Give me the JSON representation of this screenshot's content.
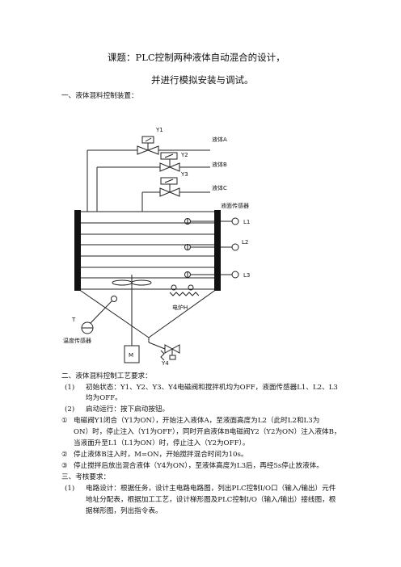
{
  "title_line1": "课题：PLC控制两种液体自动混合的设计，",
  "title_line2": "并进行模拟安装与调试。",
  "section1_heading": "一、液体混料控制装置：",
  "diagram": {
    "valve_y1": "Y1",
    "valve_y2": "Y2",
    "valve_y3": "Y3",
    "valve_y4": "Y4",
    "liquid_a": "液体A",
    "liquid_b": "液体B",
    "liquid_c": "液体C",
    "level_sensor": "液面传感器",
    "level_l1": "L1",
    "level_l2": "L2",
    "level_l3": "L3",
    "heater": "电炉H",
    "temp_t": "T",
    "temp_sensor": "温度传感器",
    "motor": "M"
  },
  "section2_heading": "二、液体混料控制工艺要求：",
  "req1_num": "(1)",
  "req1_line1": "初始状态：Y1、Y2、Y3、Y4电磁阀和搅拌机均为OFF，液面传感器L1、L2、L3",
  "req1_line2": "均为OFF。",
  "req2_num": "(2)",
  "req2_text": "启动运行：按下启动按钮。",
  "step1_mark": "①",
  "step1_line1": "电磁阀Y1闭合（Y1为ON），开始注入液体A，至液面高度为L2（此时L2和L3为",
  "step1_line2": "ON）时，停止注入（Y1为OFF），同时开启液体B电磁阀Y2（Y2为ON）注入液体B，",
  "step1_line3": "当液面升至L1（L1为ON）时，停止注入（Y2为OFF）。",
  "step2_mark": "②",
  "step2_text": "停止液体B注入时，M=ON，开始搅拌混合时间为10s。",
  "step3_mark": "③",
  "step3_text": "停止搅拌后放出混合液体（Y4为ON），至液体高度为L3后，再经5s停止放液体。",
  "section3_heading": "三、考核要求：",
  "assess1_num": "(1)",
  "assess1_line1": "电路设计：根据任务，设计主电路电路图，列出PLC控制I/O口（输入/输出）元件",
  "assess1_line2": "地址分配表，根据加工工艺，设计梯形图及PLC控制I/O（输入/输出）接线图，根",
  "assess1_line3": "据梯形图，列出指令表。"
}
